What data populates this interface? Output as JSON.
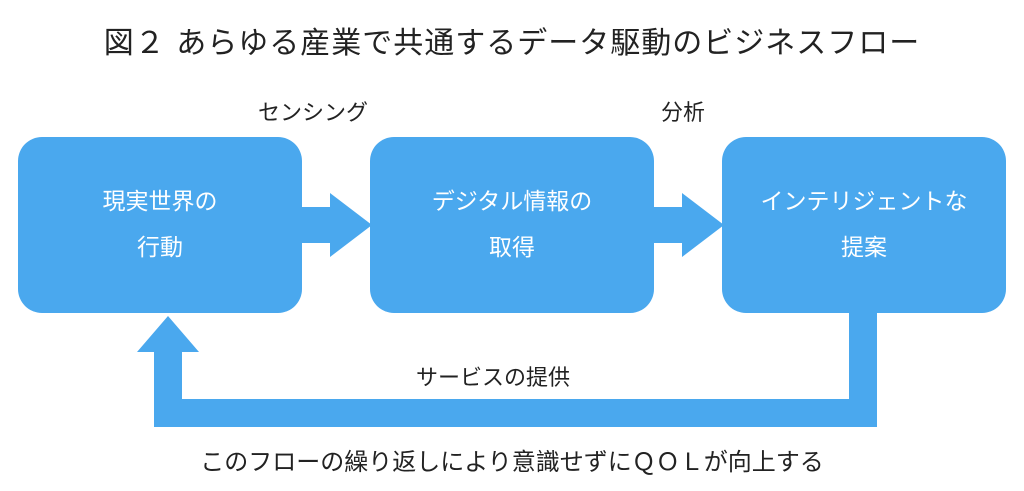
{
  "title": "図２ あらゆる産業で共通するデータ駆動のビジネスフロー",
  "labels": {
    "sensing": "センシング",
    "analysis": "分析",
    "service": "サービスの提供"
  },
  "boxes": [
    {
      "line1": "現実世界の",
      "line2": "行動"
    },
    {
      "line1": "デジタル情報の",
      "line2": "取得"
    },
    {
      "line1": "インテリジェントな",
      "line2": "提案"
    }
  ],
  "footer": "このフローの繰り返しにより意識せずにＱＯＬが向上する",
  "colors": {
    "box": "#4aa8ee",
    "arrow": "#4aa8ee",
    "text": "#222222"
  }
}
